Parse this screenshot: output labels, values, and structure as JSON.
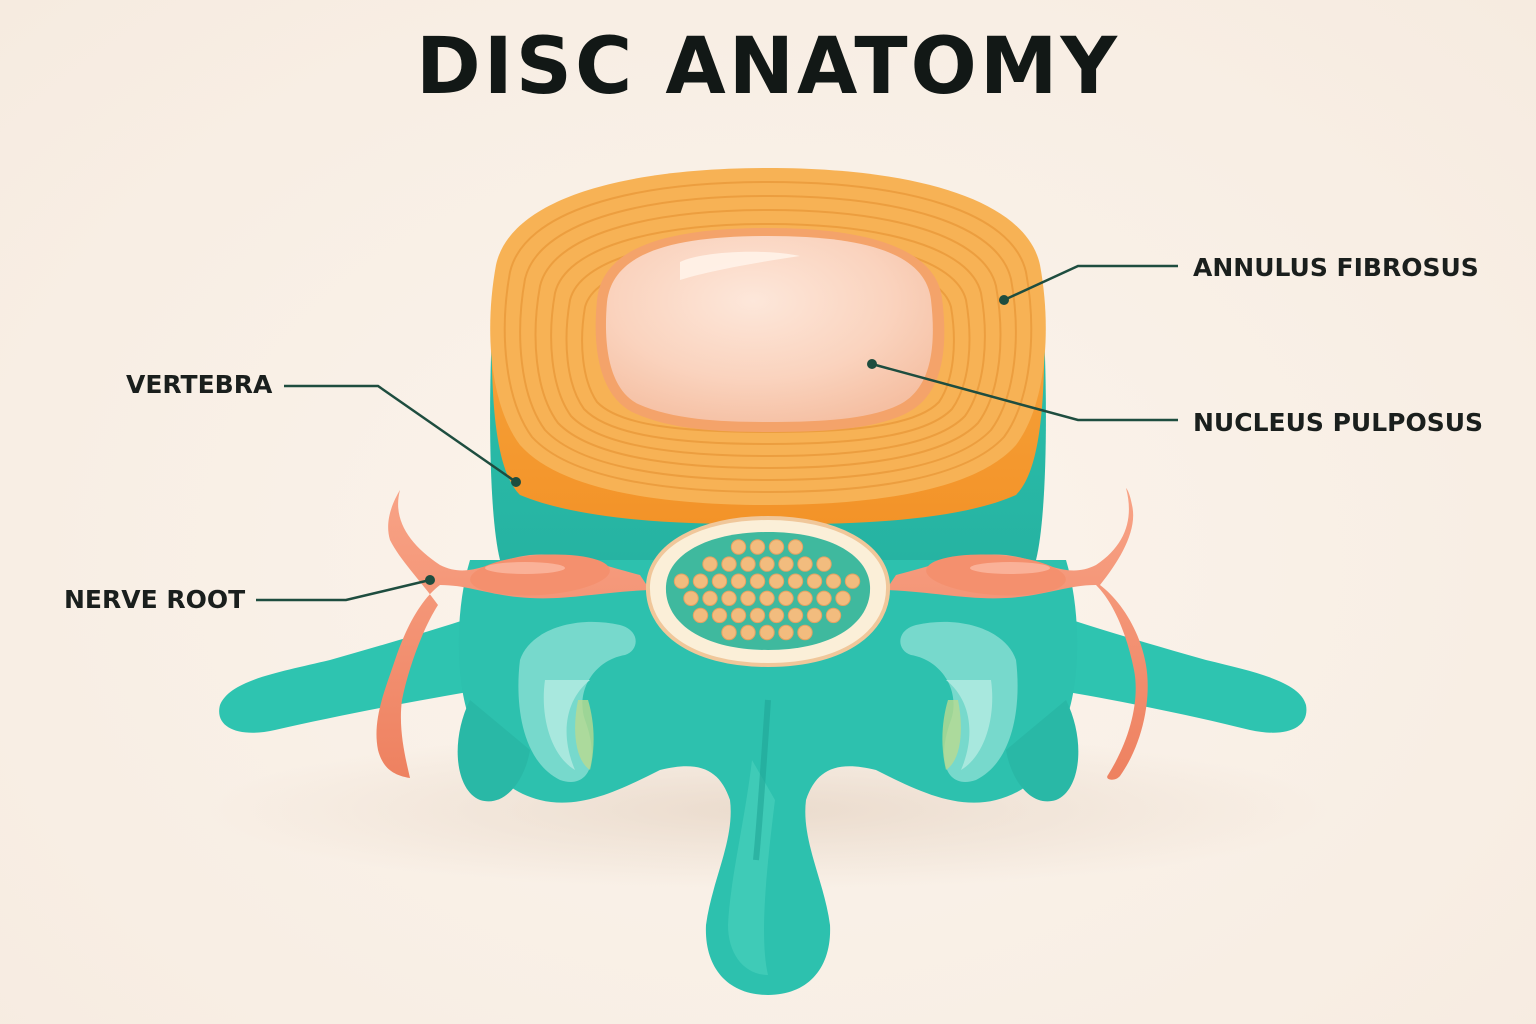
{
  "title": "DISC ANATOMY",
  "labels": {
    "annulus_fibrosus": "ANNULUS FIBROSUS",
    "nucleus_pulposus": "NUCLEUS PULPOSUS",
    "vertebra": "VERTEBRA",
    "nerve_root": "NERVE ROOT"
  },
  "colors": {
    "background": "#FAF1E8",
    "vertebra": "#2EC4B0",
    "vertebra_dark": "#1FA596",
    "annulus": "#F7AE4E",
    "annulus_edge": "#F39A2E",
    "nucleus": "#FAD3BE",
    "nerve": "#F4906E",
    "leader_line": "#1E4D3F",
    "text": "#121816"
  },
  "icons": {
    "leader_dot": "circle-dot"
  }
}
